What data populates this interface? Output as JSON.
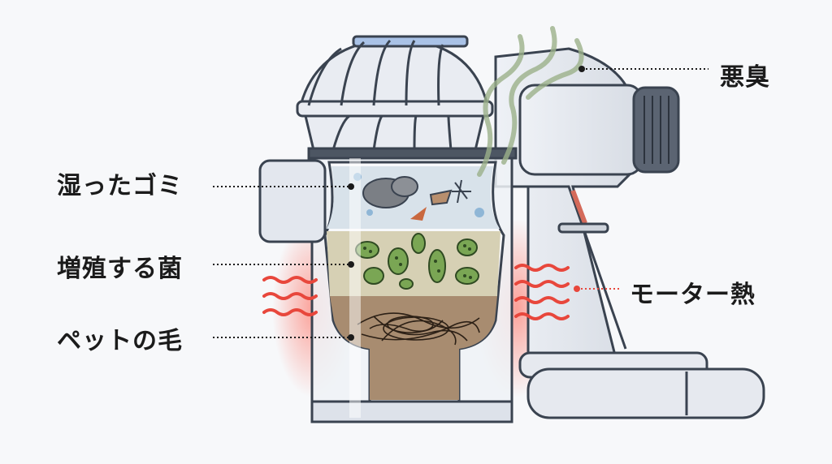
{
  "labels": {
    "wet_dust": "湿ったゴミ",
    "bacteria": "増殖する菌",
    "pet_hair": "ペットの毛",
    "odor": "悪臭",
    "motor_heat": "モーター熱"
  },
  "colors": {
    "outline": "#3a4350",
    "body": "#e3e7ee",
    "heat": "#e8473c",
    "odor_wisp": "#9bb08a",
    "dust_band": "#cfd8de",
    "bacteria_band": "#d7d2b9",
    "hair_band": "#a58a6e",
    "bacteria": "#6f9a4a"
  }
}
